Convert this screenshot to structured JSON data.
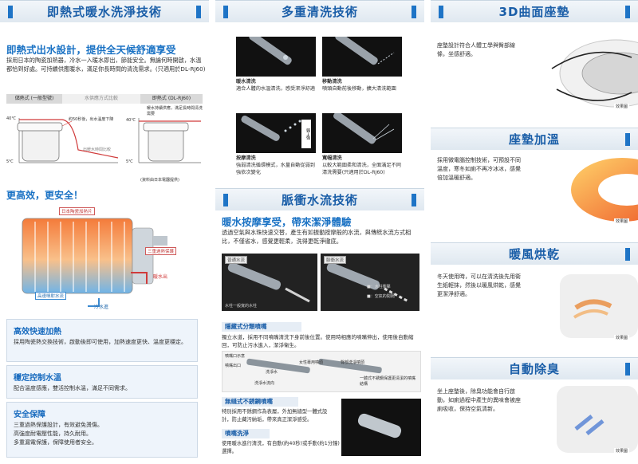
{
  "col1": {
    "header": "即熱式暖水洗淨技術",
    "subtitle": "即熱式出水設計，提供全天候舒適享受",
    "intro": "採用日本的陶瓷加熱器，冷水一入暖水即出，節能安全。無論何時開啟，水溫都恰到好處。可持續供應暖水，滿足你長時間的清洗需求。(只適用於DL-RJ60)",
    "tab_left": "儲熱式 (一般型號)",
    "tab_mid": "水供應方式比較",
    "tab_right": "即熱式 (DL-RJ60)",
    "note_left": "約50秒後，出水溫度下降",
    "note_right": "暖水持續供應，滿足長時間清洗需要",
    "temp_40_left": "40℃",
    "temp_5_left": "5℃",
    "temp_40_right": "40℃",
    "temp_5_right": "5℃",
    "chart_caption": "出暖水時間比較",
    "footnote": "(資料由日本電器提供)",
    "safety_title": "更高效，更安全！",
    "lbl_heater": "日本陶瓷加熱片",
    "lbl_triple": "三重過熱保護",
    "lbl_hot": "暖水出",
    "lbl_sensor": "高速噴射水流",
    "lbl_cold": "冷水進",
    "boxes": [
      {
        "title": "高效快速加熱",
        "text": "採用陶瓷熱交換技術，啟動後即可使用，加熱速度更快、溫度更穩定。"
      },
      {
        "title": "穩定控制水溫",
        "text": "配合溫度感應，雙活控制水溫，滿足不同需求。"
      },
      {
        "title": "安全保障",
        "text": "三重過熱保護設計，有效避免燙傷。\n高強度耐電壓性能，持久耐用。\n多重漏電保護，保障使用者安全。"
      }
    ]
  },
  "col2": {
    "header": "多重清洗技術",
    "modes": [
      {
        "title": "暖水清洗",
        "text": "適合人體的水溫清洗，感受潔淨舒適"
      },
      {
        "title": "移動清洗",
        "text": "噴頭自動前後移動，擴大清洗範圍"
      },
      {
        "title": "按摩清洗",
        "text": "強弱清洗循環模式，水量自動從弱到強依次變化"
      },
      {
        "title": "寬幅清洗",
        "text": "以較大範圍柔和清洗，全面滿足不同清洗需要(只適用於DL-RJ60)"
      }
    ],
    "water_tag": "弱→強",
    "header2": "脈衝水流技術",
    "subtitle2": "暖水按摩享受，帶來潔淨體驗",
    "intro2": "透過空氣與水珠快速交替，產生有如振動按摩般的水流，與傳統水流方式相比，不僅省水，感覺更輕柔，洗得更乾淨徹底。",
    "cmp_left": "普通水流",
    "cmp_right": "脈衝水流",
    "cmp_note_left": "水柱一般寬的水柱",
    "cmp_note_a": "■：水柱衝擊",
    "cmp_note_b": "■：空氣的間隔",
    "hidden_title": "隱藏式分類噴嘴",
    "hidden_text": "獨立水道，採用不同噴嘴清洗下身前後位置。使用時相應的噴嘴伸出，使用後自動縮回，可防止污水進入，潔淨衛生。",
    "nozzle_caption": "噴嘴口示意",
    "nozzle_1": "噴嘴出口",
    "nozzle_2": "洗淨水",
    "nozzle_3": "女性專用噴頭",
    "nozzle_4": "臀部洗淨噴頭",
    "nozzle_5": "洗淨水流向",
    "nozzle_6": "一體式不銹鋼保護更清潔的噴嘴結構",
    "steel_title": "無縫式不銹鋼噴嘴",
    "steel_text": "特別採用不銹鋼作為表層，外加無縫型一體式設計，防止藏污納垢，帶來真正潔淨感受。",
    "spray_title": "噴嘴洗淨",
    "spray_text": "使用暖水進行清洗，有自動(約40秒)或手動(約1分鐘)選擇。"
  },
  "col3": {
    "header": "3D曲面座墊",
    "seat_text": "座墊設計符合人體工學與臀部線條，坐感舒適。",
    "badge": "效果圖",
    "header2": "座墊加溫",
    "warm_text": "採用微電腦控制技術，可預設不同溫度，寒冬如廁不再冷冰冰，感覺倍加溫暖舒適。",
    "header3": "暖風烘乾",
    "dry_text": "冬天使用時，可以在清洗後先用衛生紙輕抹，然後以暖風烘乾，感覺更潔淨舒適。",
    "header4": "自動除臭",
    "odor_text": "坐上座墊後，除臭功能會自行啟動，如廁過程中產生的異味會被座廁吸收，保持空氣清新。"
  },
  "colors": {
    "accent": "#1e74c6",
    "title": "#1a5ea8",
    "box_bg": "#eef4fb",
    "red": "#d03b3b"
  }
}
